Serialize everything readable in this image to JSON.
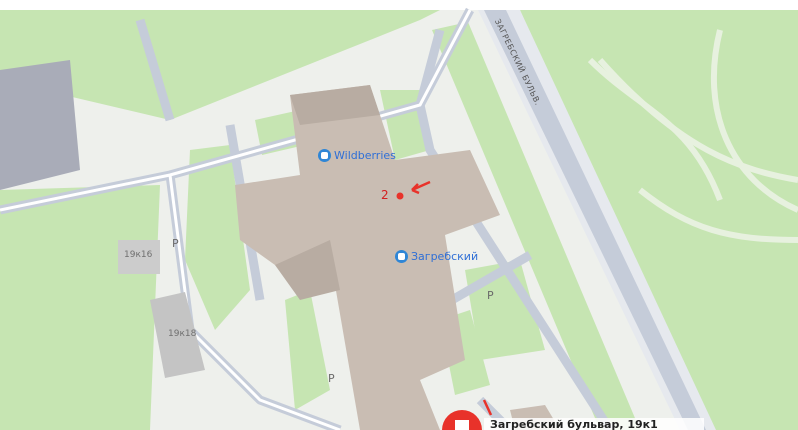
{
  "map": {
    "street_label": "ЗАГРЕБСКИЙ БУЛЬВ.",
    "pois": [
      {
        "name": "Wildberries",
        "icon": "shop-bag-icon"
      },
      {
        "name": "Загребский",
        "icon": "building-poi-icon"
      }
    ],
    "building_numbers": [
      "19к16",
      "19к18"
    ],
    "parking_label": "P",
    "marker_number": "2",
    "bottom_address": "Загребский бульвар, 19к1",
    "colors": {
      "background": "#eef0ec",
      "green": "#c6e5b2",
      "road": "#c5ccd9",
      "building": "#c9bdb3",
      "marker": "#e8322a",
      "poi": "#2f6fd6"
    }
  }
}
